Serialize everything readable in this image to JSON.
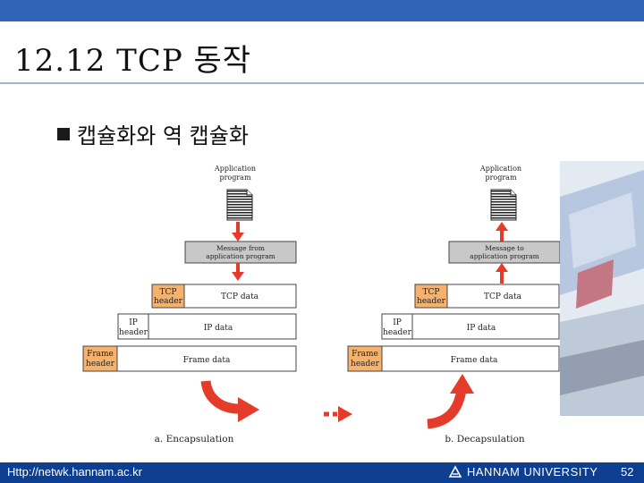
{
  "slide": {
    "title": "12.12 TCP 동작",
    "bullet": "캡슐화와 역 캡슐화",
    "footer_url": "Http://netwk.hannam.ac.kr",
    "footer_university": "HANNAM UNIVERSITY",
    "page_number": "52"
  },
  "encapsulation": {
    "app_line1": "Application",
    "app_line2": "program",
    "message_line1": "Message from",
    "message_line2": "application program",
    "tcp_header_line1": "TCP",
    "tcp_header_line2": "header",
    "tcp_data": "TCP  data",
    "ip_header_line1": "IP",
    "ip_header_line2": "header",
    "ip_data": "IP data",
    "frame_header_line1": "Frame",
    "frame_header_line2": "header",
    "frame_data": "Frame data",
    "caption": "a. Encapsulation"
  },
  "decapsulation": {
    "app_line1": "Application",
    "app_line2": "program",
    "message_line1": "Message to",
    "message_line2": "application program",
    "tcp_header_line1": "TCP",
    "tcp_header_line2": "header",
    "tcp_data": "TCP  data",
    "ip_header_line1": "IP",
    "ip_header_line2": "header",
    "ip_data": "IP data",
    "frame_header_line1": "Frame",
    "frame_header_line2": "header",
    "frame_data": "Frame data",
    "caption": "b. Decapsulation"
  },
  "colors": {
    "top_bar": "#2f64b9",
    "footer_bar": "#0d3e8f",
    "header_fill": "#f6b26b",
    "message_fill": "#c8c8c8",
    "arrow_red": "#e53b2a"
  }
}
